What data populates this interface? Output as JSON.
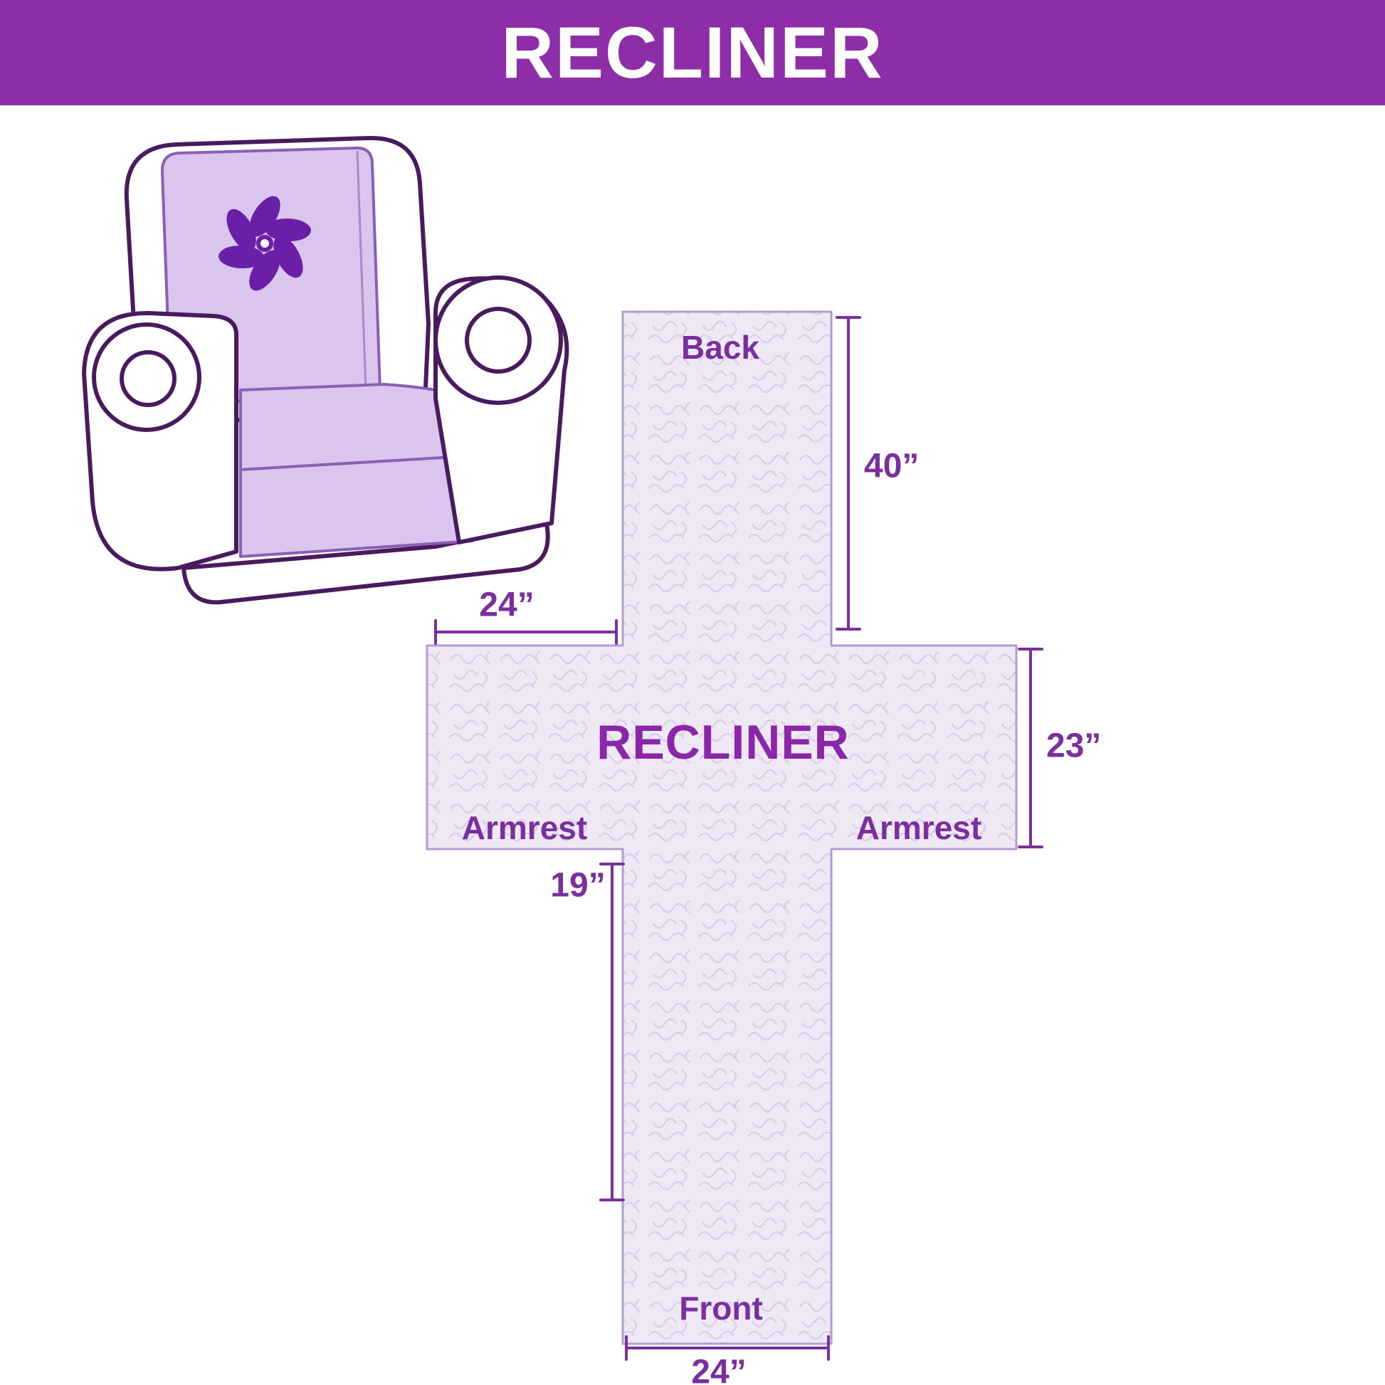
{
  "banner": {
    "title": "RECLINER"
  },
  "cross": {
    "center_label": "RECLINER",
    "back_label": "Back",
    "front_label": "Front",
    "armrest_left_label": "Armrest",
    "armrest_right_label": "Armrest"
  },
  "dims": {
    "back_height": "40”",
    "top_width": "24”",
    "side_depth": "23”",
    "front_drop": "19”",
    "bottom_width": "24”"
  },
  "colors": {
    "banner_bg": "#8d2da8",
    "banner_text": "#ffffff",
    "label_text": "#7b2f9e",
    "center_text": "#8a27a8",
    "cover_fill": "#efe9f6",
    "cover_outline": "#b49bd1",
    "quilt_line": "#dccfec",
    "chair_outline": "#4a1a5e",
    "cover_lavender": "#d9c5ee",
    "panel_outline": "#8a5fb5",
    "pinwheel": "#6b1fa8"
  }
}
